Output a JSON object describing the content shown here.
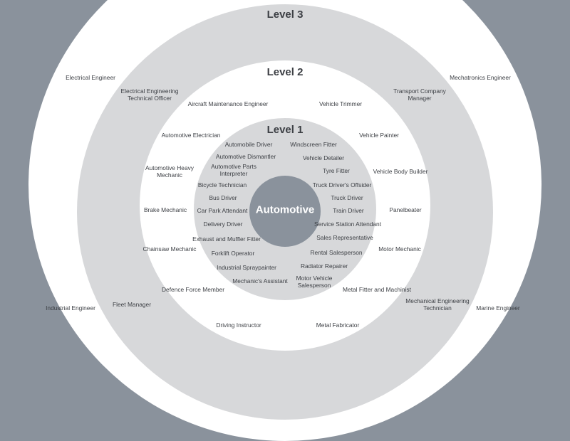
{
  "center": "Automotive",
  "levels": {
    "l1": "Level 1",
    "l2": "Level 2",
    "l3": "Level 3"
  },
  "colors": {
    "background": "#8a929c",
    "ring_light": "#d7d8da",
    "ring_white": "#ffffff",
    "text": "#3c3f44"
  },
  "level1": [
    "Automobile Driver",
    "Windscreen Fitter",
    "Automotive Dismantler",
    "Vehicle Detailer",
    "Automotive Parts\nInterpreter",
    "Tyre Fitter",
    "Bicycle Technician",
    "Truck Driver's Offsider",
    "Bus Driver",
    "Truck Driver",
    "Car Park Attendant",
    "Train Driver",
    "Delivery Driver",
    "Service Station Attendant",
    "Exhaust and Muffler Fitter",
    "Sales Representative",
    "Forklift Operator",
    "Rental Salesperson",
    "Industrial Spraypainter",
    "Radiator Repairer",
    "Mechanic's Assistant",
    "Motor Vehicle\nSalesperson"
  ],
  "level2": [
    "Aircraft Maintenance Engineer",
    "Vehicle Trimmer",
    "Automotive Electrician",
    "Vehicle Painter",
    "Automotive Heavy\nMechanic",
    "Vehicle Body Builder",
    "Brake Mechanic",
    "Panelbeater",
    "Chainsaw Mechanic",
    "Motor Mechanic",
    "Defence Force Member",
    "Metal Fitter and Machinist",
    "Driving Instructor",
    "Metal Fabricator"
  ],
  "level3": [
    "Electrical Engineer",
    "Mechatronics Engineer",
    "Electrical Engineering\nTechnical Officer",
    "Transport Company\nManager",
    "Fleet Manager",
    "Industrial Engineer",
    "Mechanical Engineering\nTechnician",
    "Marine Engineer"
  ]
}
